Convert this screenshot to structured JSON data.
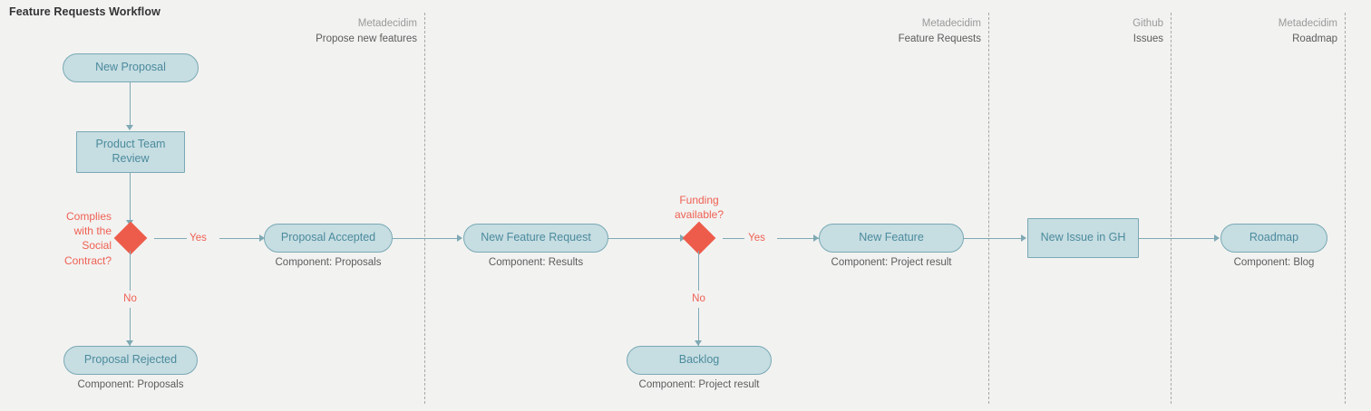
{
  "diagram": {
    "title": "Feature Requests Workflow",
    "background_color": "#f2f2f1",
    "node_fill": "#c6dde2",
    "node_border": "#79a9b4",
    "node_text_color": "#4b8b9c",
    "decision_color": "#ed5c4b",
    "edge_color": "#7fa9b4",
    "caption_color": "#5c5c5c"
  },
  "lanes": [
    {
      "id": "propose-new-features",
      "line1": "Metadecidim",
      "line2": "Propose new features"
    },
    {
      "id": "feature-requests",
      "line1": "Metadecidim",
      "line2": "Feature Requests"
    },
    {
      "id": "github-issues",
      "line1": "Github",
      "line2": "Issues"
    },
    {
      "id": "roadmap",
      "line1": "Metadecidim",
      "line2": "Roadmap"
    }
  ],
  "nodes": [
    {
      "id": "new-proposal",
      "label": "New Proposal",
      "shape": "pill",
      "caption": ""
    },
    {
      "id": "product-team-review",
      "label": "Product Team Review",
      "shape": "rect",
      "caption": ""
    },
    {
      "id": "proposal-rejected",
      "label": "Proposal Rejected",
      "shape": "pill",
      "caption": "Component: Proposals"
    },
    {
      "id": "proposal-accepted",
      "label": "Proposal Accepted",
      "shape": "pill",
      "caption": "Component: Proposals"
    },
    {
      "id": "new-feature-request",
      "label": "New Feature Request",
      "shape": "pill",
      "caption": "Component: Results"
    },
    {
      "id": "backlog",
      "label": "Backlog",
      "shape": "pill",
      "caption": "Component: Project result"
    },
    {
      "id": "new-feature",
      "label": "New Feature",
      "shape": "pill",
      "caption": "Component: Project result"
    },
    {
      "id": "new-issue-in-gh",
      "label": "New Issue in GH",
      "shape": "rect",
      "caption": ""
    },
    {
      "id": "roadmap",
      "label": "Roadmap",
      "shape": "pill",
      "caption": "Component: Blog"
    }
  ],
  "decisions": [
    {
      "id": "social-contract",
      "question_lines": [
        "Complies",
        "with the",
        "Social",
        "Contract?"
      ],
      "question": "Complies with the Social Contract?",
      "yes_label": "Yes",
      "no_label": "No"
    },
    {
      "id": "funding-available",
      "question_lines": [
        "Funding",
        "available?"
      ],
      "question": "Funding available?",
      "yes_label": "Yes",
      "no_label": "No"
    }
  ]
}
